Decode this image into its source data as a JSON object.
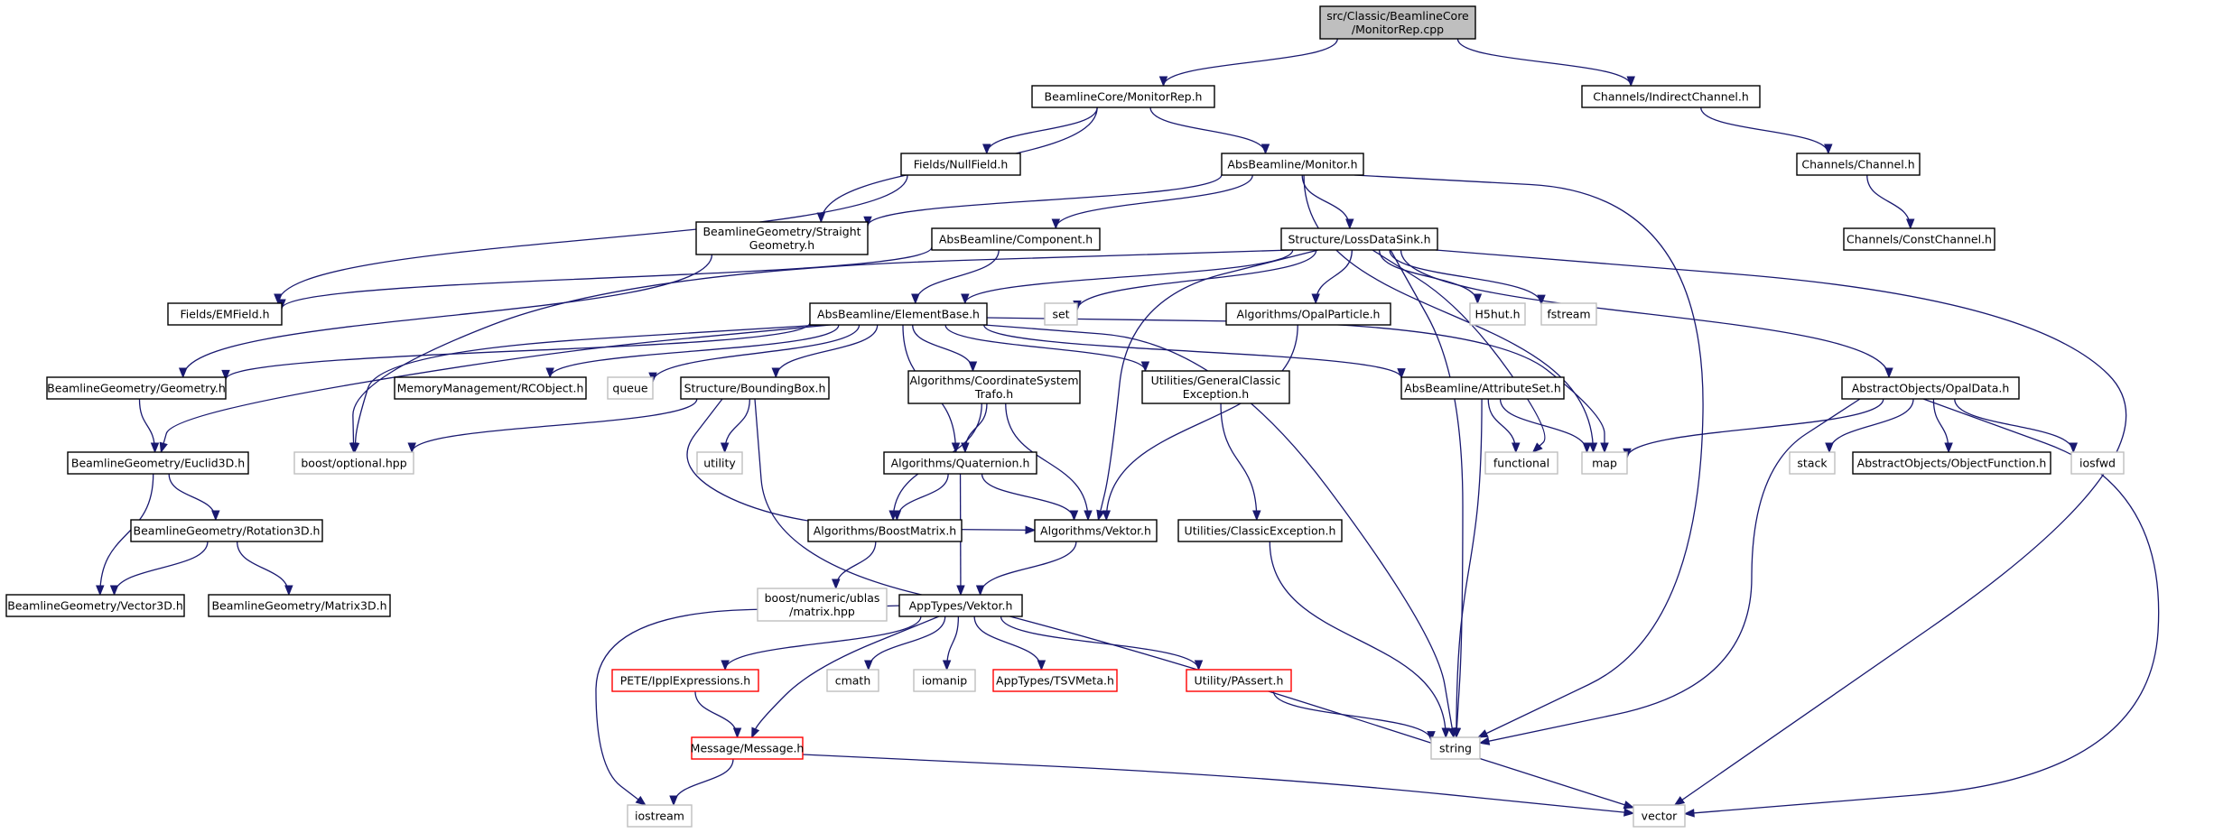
{
  "colors": {
    "edge": "#191970",
    "root_fill": "#bfbfbf",
    "doc_border": "#000000",
    "system_border": "#bfbfbf",
    "truncated_border": "#ff0000"
  },
  "nodes": [
    {
      "id": "root",
      "kind": "root",
      "lines": [
        "src/Classic/BeamlineCore",
        "/MonitorRep.cpp"
      ]
    },
    {
      "id": "monrep",
      "kind": "doc",
      "lines": [
        "BeamlineCore/MonitorRep.h"
      ]
    },
    {
      "id": "indirch",
      "kind": "doc",
      "lines": [
        "Channels/IndirectChannel.h"
      ]
    },
    {
      "id": "nullfield",
      "kind": "doc",
      "lines": [
        "Fields/NullField.h"
      ]
    },
    {
      "id": "absmon",
      "kind": "doc",
      "lines": [
        "AbsBeamline/Monitor.h"
      ]
    },
    {
      "id": "channel",
      "kind": "doc",
      "lines": [
        "Channels/Channel.h"
      ]
    },
    {
      "id": "straight",
      "kind": "doc",
      "lines": [
        "BeamlineGeometry/Straight",
        "Geometry.h"
      ]
    },
    {
      "id": "component",
      "kind": "doc",
      "lines": [
        "AbsBeamline/Component.h"
      ]
    },
    {
      "id": "lossds",
      "kind": "doc",
      "lines": [
        "Structure/LossDataSink.h"
      ]
    },
    {
      "id": "constch",
      "kind": "doc",
      "lines": [
        "Channels/ConstChannel.h"
      ]
    },
    {
      "id": "emfield",
      "kind": "doc",
      "lines": [
        "Fields/EMField.h"
      ]
    },
    {
      "id": "elembase",
      "kind": "doc",
      "lines": [
        "AbsBeamline/ElementBase.h"
      ]
    },
    {
      "id": "set",
      "kind": "sys",
      "lines": [
        "set"
      ]
    },
    {
      "id": "opalpart",
      "kind": "doc",
      "lines": [
        "Algorithms/OpalParticle.h"
      ]
    },
    {
      "id": "h5hut",
      "kind": "sys",
      "lines": [
        "H5hut.h"
      ]
    },
    {
      "id": "fstream",
      "kind": "sys",
      "lines": [
        "fstream"
      ]
    },
    {
      "id": "geometry",
      "kind": "doc",
      "lines": [
        "BeamlineGeometry/Geometry.h"
      ]
    },
    {
      "id": "rcobject",
      "kind": "doc",
      "lines": [
        "MemoryManagement/RCObject.h"
      ]
    },
    {
      "id": "queue",
      "kind": "sys",
      "lines": [
        "queue"
      ]
    },
    {
      "id": "bbox",
      "kind": "doc",
      "lines": [
        "Structure/BoundingBox.h"
      ]
    },
    {
      "id": "coordtrafo",
      "kind": "doc",
      "lines": [
        "Algorithms/CoordinateSystem",
        "Trafo.h"
      ]
    },
    {
      "id": "genexc",
      "kind": "doc",
      "lines": [
        "Utilities/GeneralClassic",
        "Exception.h"
      ]
    },
    {
      "id": "attrset",
      "kind": "doc",
      "lines": [
        "AbsBeamline/AttributeSet.h"
      ]
    },
    {
      "id": "opaldata",
      "kind": "doc",
      "lines": [
        "AbstractObjects/OpalData.h"
      ]
    },
    {
      "id": "euclid",
      "kind": "doc",
      "lines": [
        "BeamlineGeometry/Euclid3D.h"
      ]
    },
    {
      "id": "optional",
      "kind": "sys",
      "lines": [
        "boost/optional.hpp"
      ]
    },
    {
      "id": "utility",
      "kind": "sys",
      "lines": [
        "utility"
      ]
    },
    {
      "id": "quat",
      "kind": "doc",
      "lines": [
        "Algorithms/Quaternion.h"
      ]
    },
    {
      "id": "functional",
      "kind": "sys",
      "lines": [
        "functional"
      ]
    },
    {
      "id": "map",
      "kind": "sys",
      "lines": [
        "map"
      ]
    },
    {
      "id": "stack",
      "kind": "sys",
      "lines": [
        "stack"
      ]
    },
    {
      "id": "objfunc",
      "kind": "doc",
      "lines": [
        "AbstractObjects/ObjectFunction.h"
      ]
    },
    {
      "id": "iosfwd",
      "kind": "sys",
      "lines": [
        "iosfwd"
      ]
    },
    {
      "id": "rot3d",
      "kind": "doc",
      "lines": [
        "BeamlineGeometry/Rotation3D.h"
      ]
    },
    {
      "id": "boostmat",
      "kind": "doc",
      "lines": [
        "Algorithms/BoostMatrix.h"
      ]
    },
    {
      "id": "algvektor",
      "kind": "doc",
      "lines": [
        "Algorithms/Vektor.h"
      ]
    },
    {
      "id": "classicexc",
      "kind": "doc",
      "lines": [
        "Utilities/ClassicException.h"
      ]
    },
    {
      "id": "vector3d",
      "kind": "doc",
      "lines": [
        "BeamlineGeometry/Vector3D.h"
      ]
    },
    {
      "id": "matrix3d",
      "kind": "doc",
      "lines": [
        "BeamlineGeometry/Matrix3D.h"
      ]
    },
    {
      "id": "ublas",
      "kind": "sys",
      "lines": [
        "boost/numeric/ublas",
        "/matrix.hpp"
      ]
    },
    {
      "id": "appvektor",
      "kind": "doc",
      "lines": [
        "AppTypes/Vektor.h"
      ]
    },
    {
      "id": "ippl",
      "kind": "trunc",
      "lines": [
        "PETE/IpplExpressions.h"
      ]
    },
    {
      "id": "cmath",
      "kind": "sys",
      "lines": [
        "cmath"
      ]
    },
    {
      "id": "iomanip",
      "kind": "sys",
      "lines": [
        "iomanip"
      ]
    },
    {
      "id": "tsvmeta",
      "kind": "trunc",
      "lines": [
        "AppTypes/TSVMeta.h"
      ]
    },
    {
      "id": "passert",
      "kind": "trunc",
      "lines": [
        "Utility/PAssert.h"
      ]
    },
    {
      "id": "message",
      "kind": "trunc",
      "lines": [
        "Message/Message.h"
      ]
    },
    {
      "id": "string",
      "kind": "sys",
      "lines": [
        "string"
      ]
    },
    {
      "id": "iostream",
      "kind": "sys",
      "lines": [
        "iostream"
      ]
    },
    {
      "id": "vector",
      "kind": "sys",
      "lines": [
        "vector"
      ]
    }
  ],
  "edges": [
    [
      "root",
      "monrep"
    ],
    [
      "root",
      "indirch"
    ],
    [
      "monrep",
      "straight"
    ],
    [
      "monrep",
      "nullfield"
    ],
    [
      "monrep",
      "absmon"
    ],
    [
      "indirch",
      "channel"
    ],
    [
      "channel",
      "constch"
    ],
    [
      "nullfield",
      "emfield"
    ],
    [
      "absmon",
      "straight"
    ],
    [
      "absmon",
      "component"
    ],
    [
      "absmon",
      "lossds"
    ],
    [
      "absmon",
      "map"
    ],
    [
      "absmon",
      "string"
    ],
    [
      "straight",
      "geometry"
    ],
    [
      "component",
      "emfield"
    ],
    [
      "component",
      "elembase"
    ],
    [
      "lossds",
      "elembase"
    ],
    [
      "lossds",
      "set"
    ],
    [
      "lossds",
      "opalpart"
    ],
    [
      "lossds",
      "h5hut"
    ],
    [
      "lossds",
      "fstream"
    ],
    [
      "lossds",
      "optional"
    ],
    [
      "lossds",
      "algvektor"
    ],
    [
      "lossds",
      "functional"
    ],
    [
      "lossds",
      "string"
    ],
    [
      "lossds",
      "opaldata"
    ],
    [
      "lossds",
      "vector"
    ],
    [
      "elembase",
      "geometry"
    ],
    [
      "elembase",
      "rcobject"
    ],
    [
      "elembase",
      "queue"
    ],
    [
      "elembase",
      "bbox"
    ],
    [
      "elembase",
      "coordtrafo"
    ],
    [
      "elembase",
      "genexc"
    ],
    [
      "elembase",
      "attrset"
    ],
    [
      "elembase",
      "euclid"
    ],
    [
      "elembase",
      "optional"
    ],
    [
      "elembase",
      "quat"
    ],
    [
      "elembase",
      "map"
    ],
    [
      "elembase",
      "string"
    ],
    [
      "opalpart",
      "algvektor"
    ],
    [
      "geometry",
      "euclid"
    ],
    [
      "bbox",
      "optional"
    ],
    [
      "bbox",
      "utility"
    ],
    [
      "bbox",
      "algvektor"
    ],
    [
      "bbox",
      "vector"
    ],
    [
      "coordtrafo",
      "quat"
    ],
    [
      "coordtrafo",
      "boostmat"
    ],
    [
      "coordtrafo",
      "algvektor"
    ],
    [
      "genexc",
      "classicexc"
    ],
    [
      "attrset",
      "functional"
    ],
    [
      "attrset",
      "map"
    ],
    [
      "attrset",
      "string"
    ],
    [
      "opaldata",
      "map"
    ],
    [
      "opaldata",
      "stack"
    ],
    [
      "opaldata",
      "objfunc"
    ],
    [
      "opaldata",
      "iosfwd"
    ],
    [
      "opaldata",
      "string"
    ],
    [
      "opaldata",
      "vector"
    ],
    [
      "euclid",
      "rot3d"
    ],
    [
      "euclid",
      "vector3d"
    ],
    [
      "rot3d",
      "vector3d"
    ],
    [
      "rot3d",
      "matrix3d"
    ],
    [
      "quat",
      "boostmat"
    ],
    [
      "quat",
      "algvektor"
    ],
    [
      "quat",
      "appvektor"
    ],
    [
      "boostmat",
      "ublas"
    ],
    [
      "algvektor",
      "appvektor"
    ],
    [
      "classicexc",
      "string"
    ],
    [
      "appvektor",
      "ippl"
    ],
    [
      "appvektor",
      "cmath"
    ],
    [
      "appvektor",
      "iomanip"
    ],
    [
      "appvektor",
      "tsvmeta"
    ],
    [
      "appvektor",
      "passert"
    ],
    [
      "appvektor",
      "message"
    ],
    [
      "appvektor",
      "iostream"
    ],
    [
      "ippl",
      "message"
    ],
    [
      "passert",
      "string"
    ],
    [
      "message",
      "iostream"
    ],
    [
      "message",
      "vector"
    ]
  ]
}
